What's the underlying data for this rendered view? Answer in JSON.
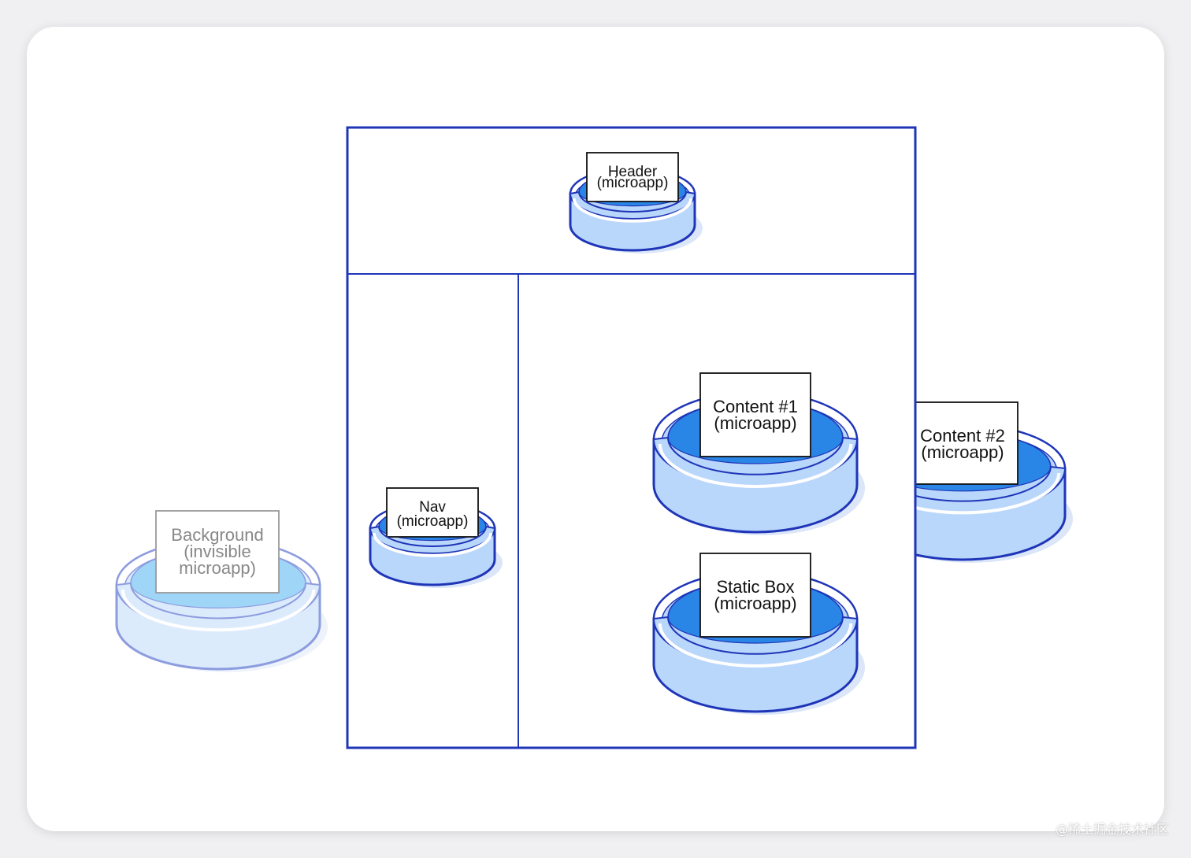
{
  "colors": {
    "frame": "#1f35b8",
    "cup_body": "#b9d6fb",
    "cup_inner": "#2a86e6",
    "cup_outline": "#1f35b8",
    "faded_body": "#dcebfc",
    "faded_inner": "#9fd6f7",
    "faded_outline": "#8c9cde"
  },
  "components": {
    "header": {
      "line1": "Header",
      "line2": "(microapp)"
    },
    "nav": {
      "line1": "Nav",
      "line2": "(microapp)"
    },
    "content1": {
      "line1": "Content #1",
      "line2": "(microapp)"
    },
    "content2": {
      "line1": "Content #2",
      "line2": "(microapp)"
    },
    "static_box": {
      "line1": "Static Box",
      "line2": "(microapp)"
    },
    "background": {
      "line1": "Background",
      "line2": "(invisible",
      "line3": "microapp)"
    }
  },
  "watermark": "@稀土掘金技术社区"
}
